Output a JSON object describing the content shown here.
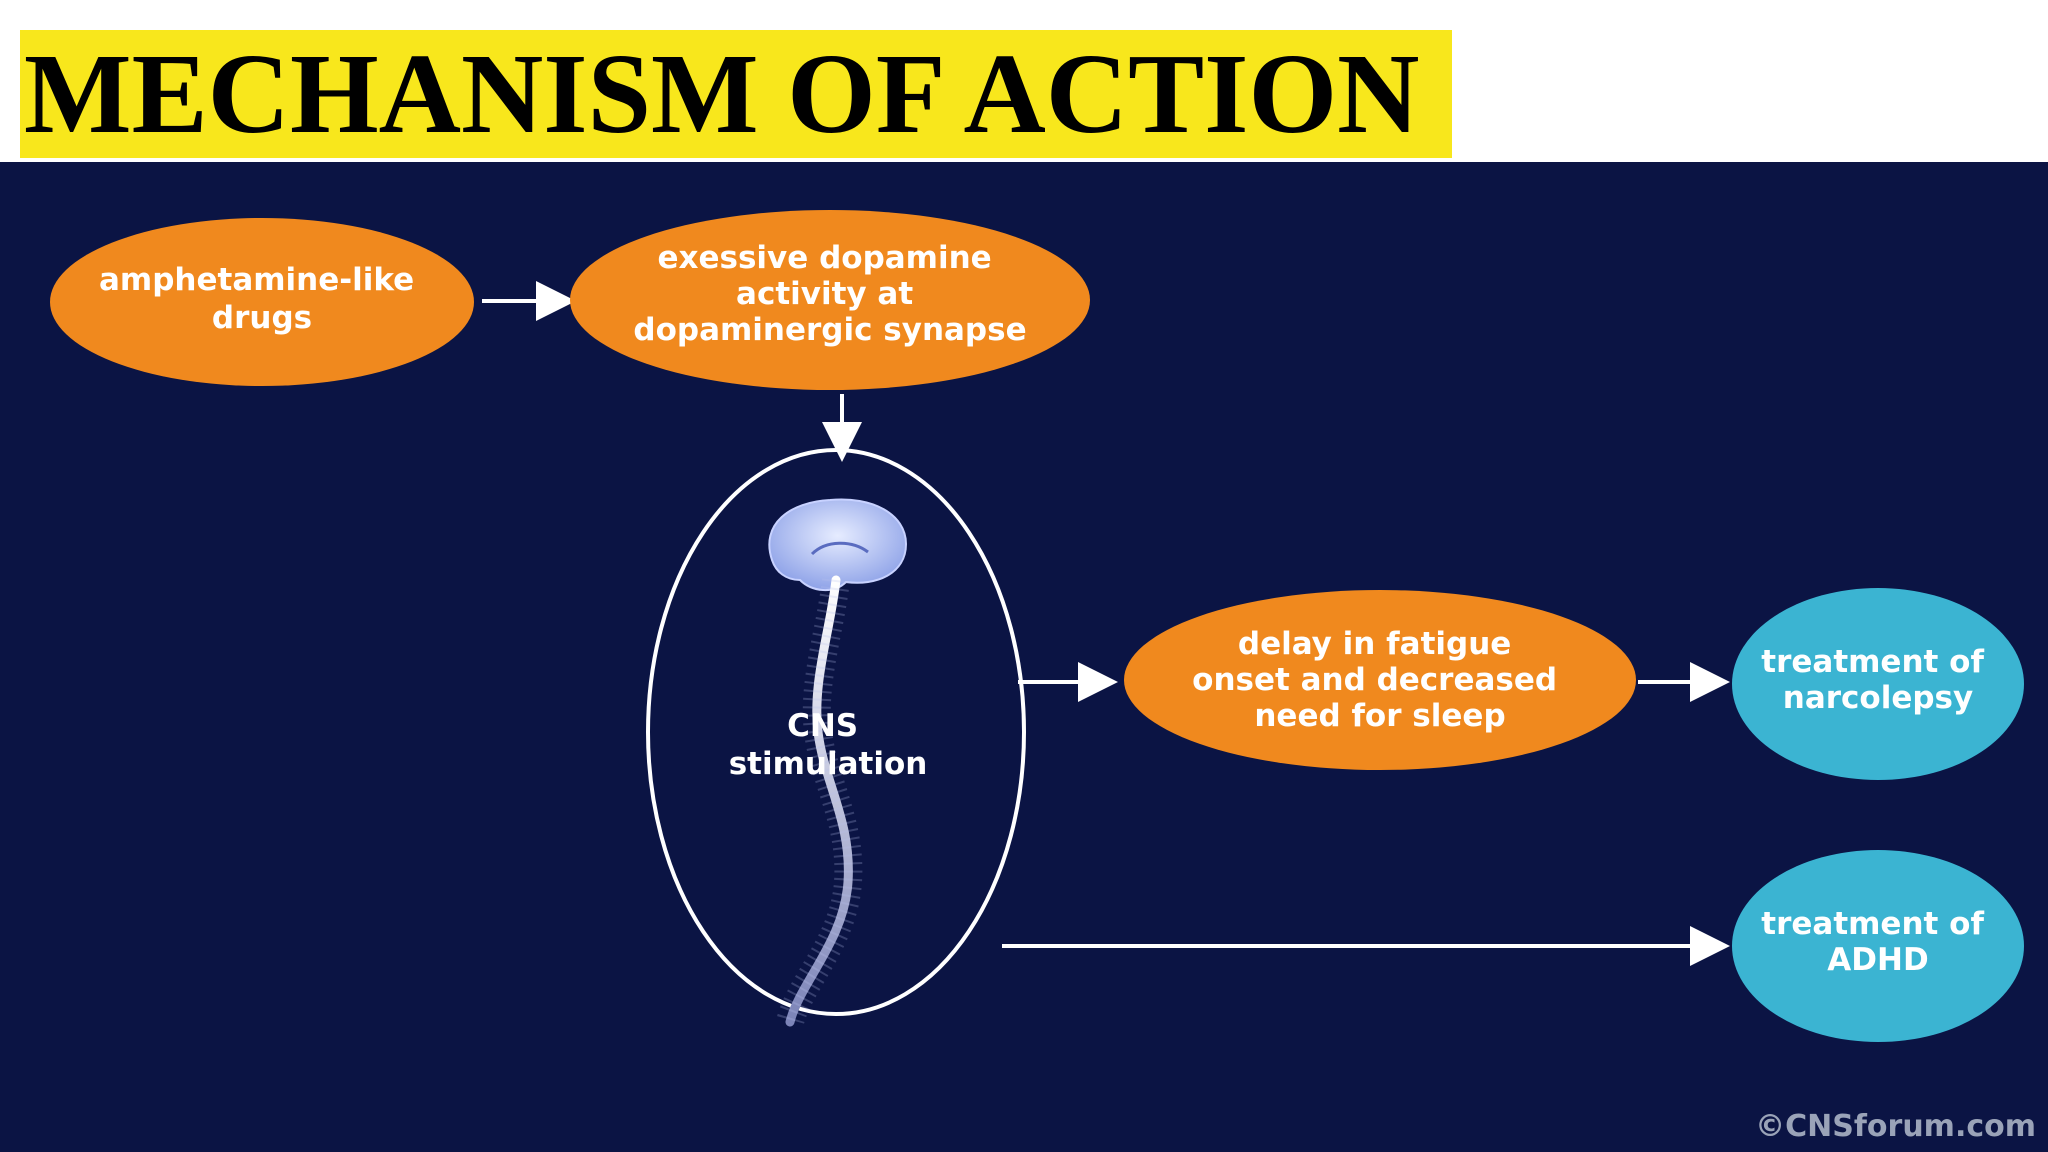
{
  "title": "MECHANISM OF ACTION",
  "nodes": {
    "amphetamine": {
      "lines": [
        "amphetamine-like",
        "drugs"
      ]
    },
    "dopamine": {
      "lines": [
        "exessive dopamine",
        "activity at",
        "dopaminergic synapse"
      ]
    },
    "cns": {
      "lines": [
        "CNS",
        "stimulation"
      ]
    },
    "fatigue": {
      "lines": [
        "delay in fatigue",
        "onset and decreased",
        "need for sleep"
      ]
    },
    "narcolepsy": {
      "lines": [
        "treatment of",
        "narcolepsy"
      ]
    },
    "adhd": {
      "lines": [
        "treatment of",
        "ADHD"
      ]
    }
  },
  "credit": "©CNSforum.com",
  "colors": {
    "title_highlight": "#f8e71c",
    "background": "#0b1444",
    "orange_node": "#f0891e",
    "blue_node": "#3bb4d2",
    "arrow": "#ffffff"
  },
  "icons": {
    "brain": "brain-spinal-cord-icon",
    "copyright": "copyright-icon"
  }
}
